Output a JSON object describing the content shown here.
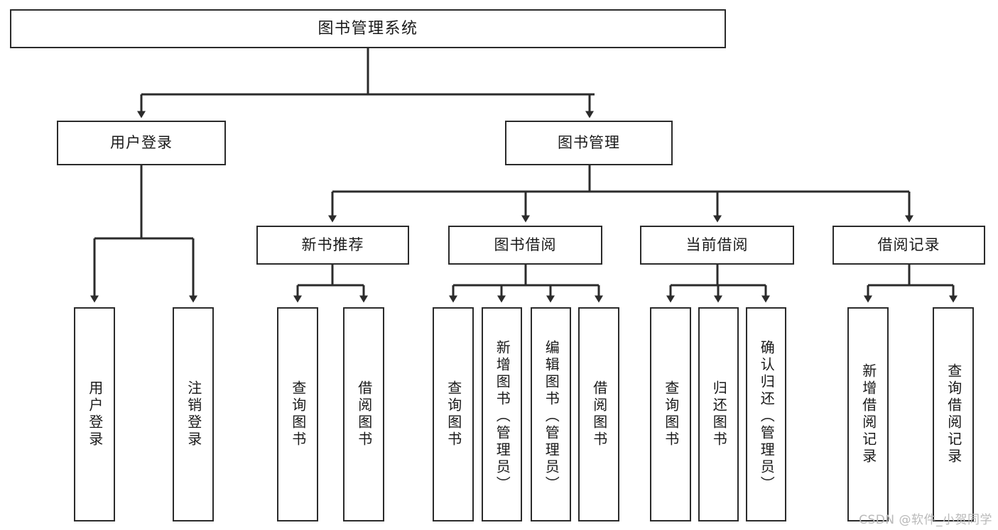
{
  "diagram": {
    "title": "图书管理系统",
    "type": "functional-structure-tree",
    "watermark": "CSDN @软件_小贺同学",
    "colors": {
      "box_border": "#2b2b2b",
      "box_fill": "#ffffff",
      "connector": "#2b2b2b",
      "text": "#1a1a1a",
      "watermark": "#b9b9b9",
      "background": "#ffffff"
    },
    "levels": {
      "level0": [
        {
          "id": "root",
          "label": "图书管理系统"
        }
      ],
      "level1": [
        {
          "id": "user-login",
          "label": "用户登录"
        },
        {
          "id": "book-manage",
          "label": "图书管理"
        }
      ],
      "level2": [
        {
          "id": "new-book-rec",
          "label": "新书推荐",
          "parent": "book-manage"
        },
        {
          "id": "book-borrow",
          "label": "图书借阅",
          "parent": "book-manage"
        },
        {
          "id": "current-borrow",
          "label": "当前借阅",
          "parent": "book-manage"
        },
        {
          "id": "borrow-record",
          "label": "借阅记录",
          "parent": "book-manage"
        }
      ],
      "level3": [
        {
          "id": "leaf-user-login",
          "label": "用户登录",
          "parent": "user-login"
        },
        {
          "id": "leaf-logout",
          "label": "注销登录",
          "parent": "user-login"
        },
        {
          "id": "leaf-query-book-1",
          "label": "查询图书",
          "parent": "new-book-rec"
        },
        {
          "id": "leaf-borrow-book-1",
          "label": "借阅图书",
          "parent": "new-book-rec"
        },
        {
          "id": "leaf-query-book-2",
          "label": "查询图书",
          "parent": "book-borrow"
        },
        {
          "id": "leaf-add-book",
          "label": "新增图书（管理员）",
          "parent": "book-borrow"
        },
        {
          "id": "leaf-edit-book",
          "label": "编辑图书（管理员）",
          "parent": "book-borrow"
        },
        {
          "id": "leaf-borrow-book-2",
          "label": "借阅图书",
          "parent": "book-borrow"
        },
        {
          "id": "leaf-query-book-3",
          "label": "查询图书",
          "parent": "current-borrow"
        },
        {
          "id": "leaf-return-book",
          "label": "归还图书",
          "parent": "current-borrow"
        },
        {
          "id": "leaf-confirm-return",
          "label": "确认归还（管理员）",
          "parent": "current-borrow"
        },
        {
          "id": "leaf-add-record",
          "label": "新增借阅记录",
          "parent": "borrow-record"
        },
        {
          "id": "leaf-query-record",
          "label": "查询借阅记录",
          "parent": "borrow-record"
        }
      ]
    }
  }
}
